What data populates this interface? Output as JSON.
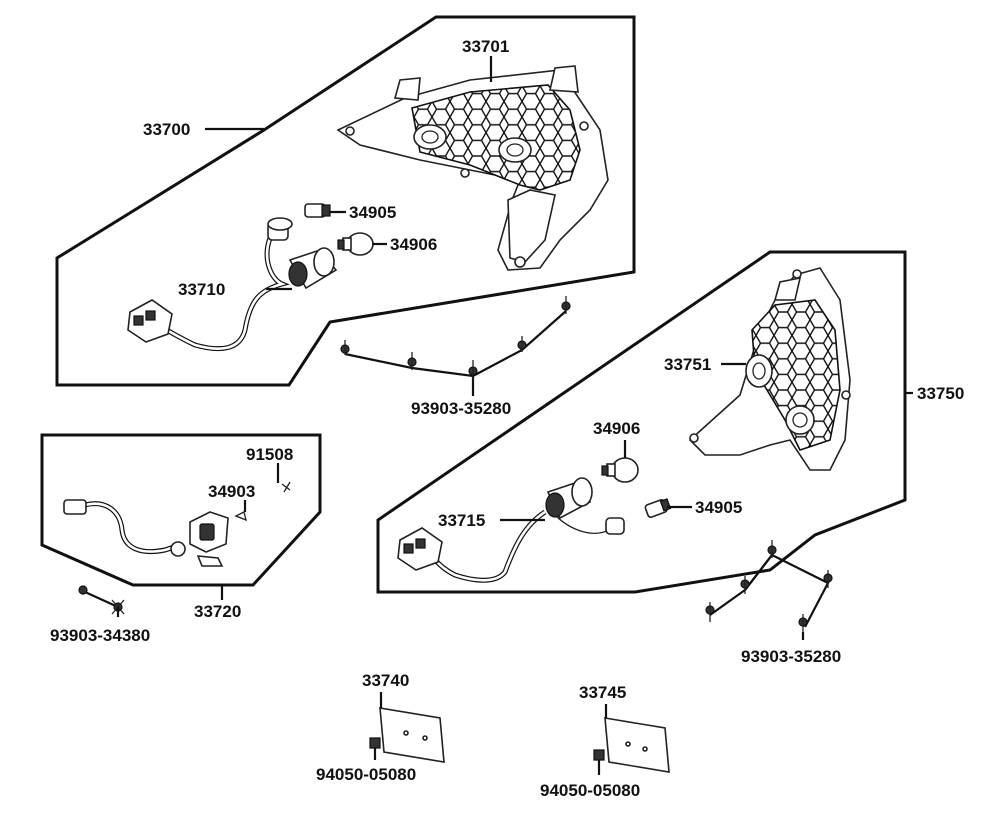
{
  "diagram": {
    "labels": {
      "p33700": "33700",
      "p33701": "33701",
      "p34905_a": "34905",
      "p34906_a": "34906",
      "p33710": "33710",
      "p93903_35280_a": "93903-35280",
      "p33750": "33750",
      "p33751": "33751",
      "p34906_b": "34906",
      "p34905_b": "34905",
      "p33715": "33715",
      "p93903_35280_b": "93903-35280",
      "p91508": "91508",
      "p34903": "34903",
      "p33720": "33720",
      "p93903_34380": "93903-34380",
      "p33740": "33740",
      "p94050_05080_a": "94050-05080",
      "p33745": "33745",
      "p94050_05080_b": "94050-05080"
    }
  }
}
